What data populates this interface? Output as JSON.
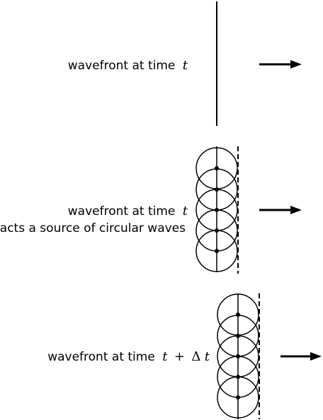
{
  "panels": [
    {
      "label_text": "wavefront at time",
      "time_symbol": "t",
      "extra_text": ""
    },
    {
      "label_text": "wavefront at time",
      "time_symbol": "t",
      "extra_text": "acts a source of circular waves"
    },
    {
      "label_text": "wavefront at time",
      "time_symbol": "t",
      "plus_sign": "+",
      "delta_symbol": "Δ",
      "delta_var": "t"
    }
  ],
  "colors": {
    "ink": "#000000",
    "background": "#ffffff"
  }
}
